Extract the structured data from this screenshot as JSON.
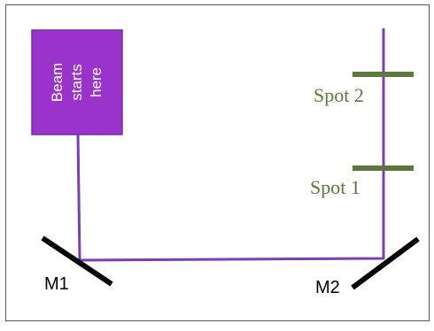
{
  "diagram": {
    "source_box": {
      "lines": [
        "Beam",
        "starts",
        "here"
      ],
      "fill_color": "#9933CC",
      "text_color": "#FFFFFF"
    },
    "beam_color": "#7A3FB0",
    "mirror_color": "#000000",
    "screen_color": "#5B7A3A",
    "mirrors": [
      {
        "label": "M1"
      },
      {
        "label": "M2"
      }
    ],
    "spots": [
      {
        "label": "Spot 2"
      },
      {
        "label": "Spot 1"
      }
    ]
  }
}
